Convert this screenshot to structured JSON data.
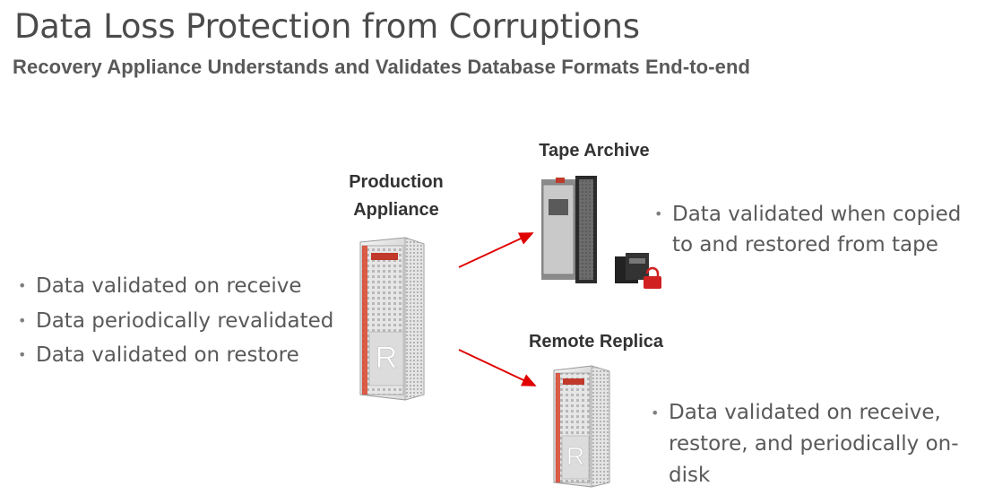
{
  "title": "Data Loss Protection from Corruptions",
  "subtitle": "Recovery Appliance Understands and Validates Database Formats End-to-end",
  "production": {
    "label_line1": "Production",
    "label_line2": "Appliance",
    "rack_letter": "R",
    "bullets": [
      "Data validated on receive",
      "Data periodically revalidated",
      "Data validated on restore"
    ]
  },
  "tape": {
    "label": "Tape Archive",
    "bullets": [
      "Data validated when copied to and restored from tape"
    ]
  },
  "replica": {
    "label": "Remote Replica",
    "rack_letter": "R",
    "bullets": [
      "Data validated on receive, restore, and periodically on-disk"
    ]
  },
  "colors": {
    "arrow": "#e00000",
    "rack_accent": "#d9432b",
    "bullet_text": "#595959"
  },
  "icons": [
    "rack-icon",
    "tape-library-icon",
    "tape-cartridge-icon",
    "lock-icon",
    "arrow-icon"
  ]
}
